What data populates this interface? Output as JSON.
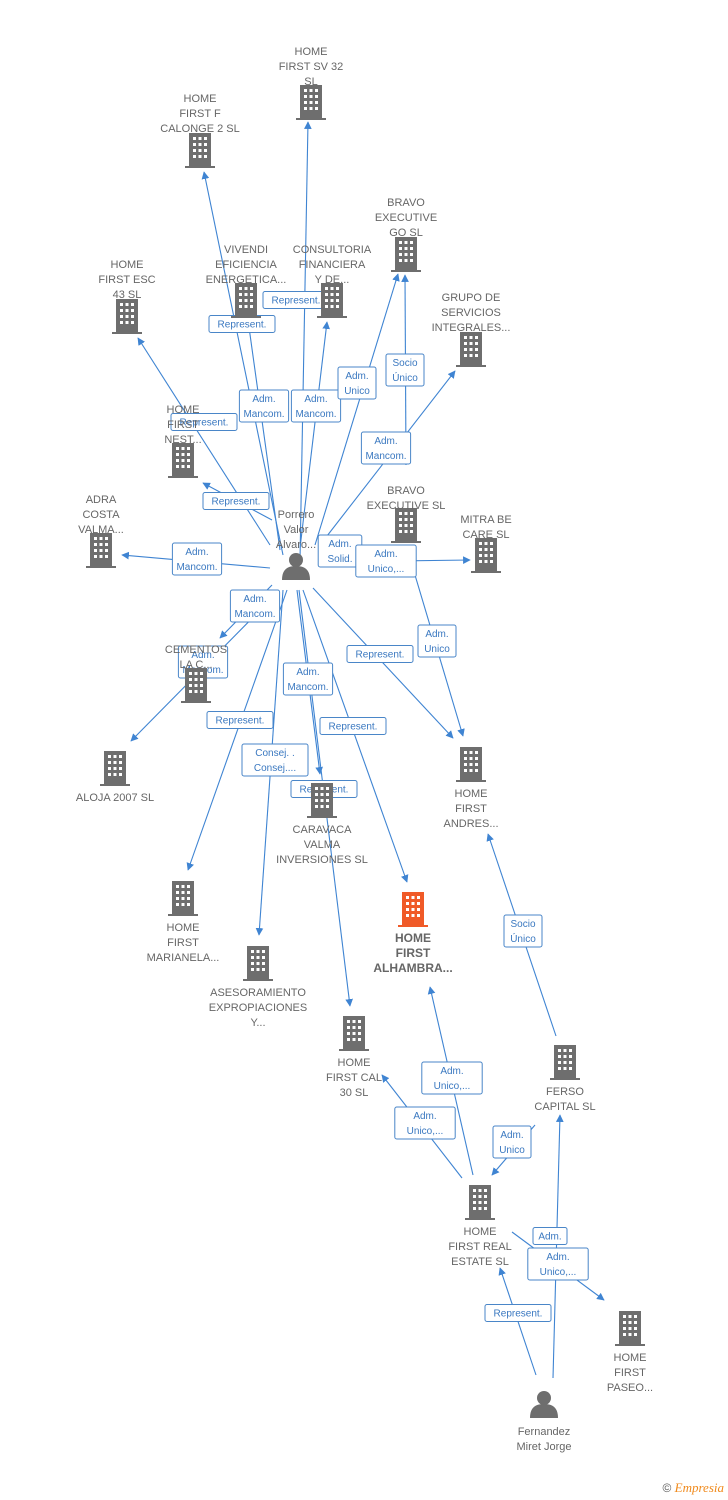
{
  "colors": {
    "edge": "#3f84d2",
    "building": "#6e6e6e",
    "focus_building": "#f05a28",
    "person": "#6e6e6e",
    "label": "#666666",
    "edge_label": "#3a78c0"
  },
  "nodes": {
    "sv32": {
      "lines": [
        "HOME",
        "FIRST SV 32",
        "SL"
      ],
      "type": "company"
    },
    "calonge": {
      "lines": [
        "HOME",
        "FIRST F",
        "CALONGE 2  SL"
      ],
      "type": "company"
    },
    "bravo_go": {
      "lines": [
        "BRAVO",
        "EXECUTIVE",
        "GO  SL"
      ],
      "type": "company"
    },
    "vivendi": {
      "lines": [
        "VIVENDI",
        "EFICIENCIA",
        "ENERGETICA..."
      ],
      "type": "company"
    },
    "consultoria": {
      "lines": [
        "CONSULTORIA",
        "FINANCIERA",
        "Y DE..."
      ],
      "type": "company"
    },
    "esc43": {
      "lines": [
        "HOME",
        "FIRST ESC",
        "43  SL"
      ],
      "type": "company"
    },
    "grupo": {
      "lines": [
        "GRUPO DE",
        "SERVICIOS",
        "INTEGRALES..."
      ],
      "type": "company"
    },
    "nest": {
      "lines": [
        "HOME",
        "FIRST",
        "NEST..."
      ],
      "type": "company"
    },
    "adra": {
      "lines": [
        "ADRA",
        "COSTA",
        "VALMA..."
      ],
      "type": "company"
    },
    "bravo_sl": {
      "lines": [
        "BRAVO",
        "EXECUTIVE SL"
      ],
      "type": "company"
    },
    "mitra": {
      "lines": [
        "MITRA BE",
        "CARE  SL"
      ],
      "type": "company"
    },
    "cementos": {
      "lines": [
        "CEMENTOS",
        "LA C..."
      ],
      "type": "company"
    },
    "aloja": {
      "lines": [
        "ALOJA 2007 SL"
      ],
      "type": "company"
    },
    "andres": {
      "lines": [
        "HOME",
        "FIRST",
        "ANDRES..."
      ],
      "type": "company"
    },
    "caravaca": {
      "lines": [
        "CARAVACA",
        "VALMA",
        "INVERSIONES SL"
      ],
      "type": "company"
    },
    "marianela": {
      "lines": [
        "HOME",
        "FIRST",
        "MARIANELA..."
      ],
      "type": "company"
    },
    "alhambra": {
      "lines": [
        "HOME",
        "FIRST",
        "ALHAMBRA..."
      ],
      "type": "focus"
    },
    "asesoramiento": {
      "lines": [
        "ASESORAMIENTO",
        "EXPROPIACIONES",
        "Y..."
      ],
      "type": "company"
    },
    "cal30": {
      "lines": [
        "HOME",
        "FIRST CAL",
        "30  SL"
      ],
      "type": "company"
    },
    "ferso": {
      "lines": [
        "FERSO",
        "CAPITAL  SL"
      ],
      "type": "company"
    },
    "real_estate": {
      "lines": [
        "HOME",
        "FIRST REAL",
        "ESTATE  SL"
      ],
      "type": "company"
    },
    "paseo": {
      "lines": [
        "HOME",
        "FIRST",
        "PASEO..."
      ],
      "type": "company"
    },
    "porrero": {
      "lines": [
        "Porrero",
        "Valor",
        "Alvaro..."
      ],
      "type": "person"
    },
    "fernandez": {
      "lines": [
        "Fernandez",
        "Miret Jorge"
      ],
      "type": "person"
    }
  },
  "edge_labels": [
    {
      "id": "represent_sv32",
      "lines": [
        "Represent."
      ]
    },
    {
      "id": "represent_vivendi",
      "lines": [
        "Represent."
      ]
    },
    {
      "id": "adm_mancom_vivendi",
      "lines": [
        "Adm.",
        "Mancom."
      ]
    },
    {
      "id": "adm_mancom_consultoria",
      "lines": [
        "Adm.",
        "Mancom."
      ]
    },
    {
      "id": "adm_unico_bravo_go",
      "lines": [
        "Adm.",
        "Unico"
      ]
    },
    {
      "id": "socio_unico_bravo",
      "lines": [
        "Socio",
        "Único"
      ]
    },
    {
      "id": "represent_nest",
      "lines": [
        "Represent."
      ]
    },
    {
      "id": "adm_mancom_grupo",
      "lines": [
        "Adm.",
        "Mancom."
      ]
    },
    {
      "id": "represent_esc",
      "lines": [
        "Represent."
      ]
    },
    {
      "id": "adm_mancom_adra",
      "lines": [
        "Adm.",
        "Mancom."
      ]
    },
    {
      "id": "adm_solid_bravo_sl",
      "lines": [
        "Adm.",
        "Solid."
      ]
    },
    {
      "id": "adm_unico_mitra",
      "lines": [
        "Adm.",
        "Unico,..."
      ]
    },
    {
      "id": "adm_mancom_cementos",
      "lines": [
        "Adm.",
        "Mancom."
      ]
    },
    {
      "id": "adm_mancom_aloja",
      "lines": [
        "Adm.",
        "Mancom."
      ]
    },
    {
      "id": "adm_unico_andres",
      "lines": [
        "Adm.",
        "Unico"
      ]
    },
    {
      "id": "represent_andres",
      "lines": [
        "Represent."
      ]
    },
    {
      "id": "adm_mancom_caravaca",
      "lines": [
        "Adm.",
        "Mancom."
      ]
    },
    {
      "id": "represent_marianela",
      "lines": [
        "Represent."
      ]
    },
    {
      "id": "represent_alhambra",
      "lines": [
        "Represent."
      ]
    },
    {
      "id": "consej_asesoramiento",
      "lines": [
        "Consej. .",
        "Consej...."
      ]
    },
    {
      "id": "represent_cal30",
      "lines": [
        "Represent."
      ]
    },
    {
      "id": "socio_unico_andres",
      "lines": [
        "Socio",
        "Único"
      ]
    },
    {
      "id": "adm_unico_alhambra",
      "lines": [
        "Adm.",
        "Unico,..."
      ]
    },
    {
      "id": "adm_unico_cal30",
      "lines": [
        "Adm.",
        "Unico,..."
      ]
    },
    {
      "id": "adm_unico_ferso",
      "lines": [
        "Adm.",
        "Unico"
      ]
    },
    {
      "id": "adm_ferso_person",
      "lines": [
        "Adm."
      ]
    },
    {
      "id": "adm_unico_paseo",
      "lines": [
        "Adm.",
        "Unico,..."
      ]
    },
    {
      "id": "represent_real_estate",
      "lines": [
        "Represent."
      ]
    }
  ],
  "footer": {
    "copyright": "©",
    "brand": "Empresia"
  }
}
